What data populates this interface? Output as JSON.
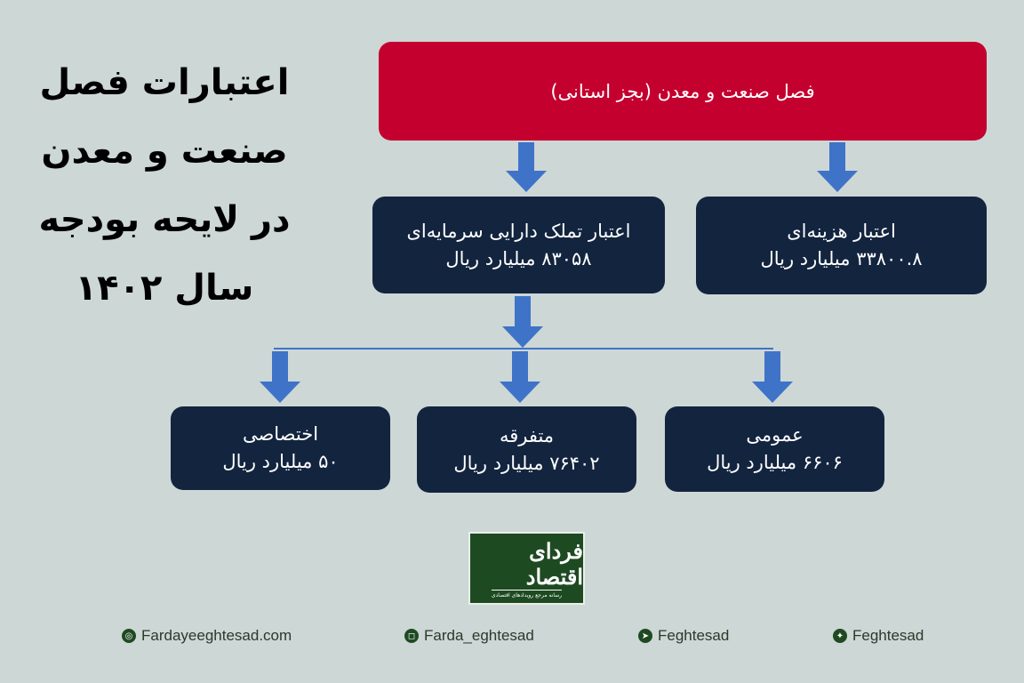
{
  "title": {
    "lines": [
      "اعتبارات فصل",
      "صنعت و معدن",
      "در لایحه بودجه",
      "سال ۱۴۰۲"
    ]
  },
  "header": {
    "label": "فصل صنعت و معدن (بجز استانی)"
  },
  "level2": [
    {
      "title": "اعتبار تملک دارایی سرمایه‌ای",
      "value": "۸۳۰۵۸ میلیارد ریال"
    },
    {
      "title": "اعتبار هزینه‌ای",
      "value": "۳۳۸۰۰.۸ میلیارد ریال"
    }
  ],
  "level3": [
    {
      "title": "اختصاصی",
      "value": "۵۰ میلیارد ریال"
    },
    {
      "title": "متفرقه",
      "value": "۷۶۴۰۲ میلیارد ریال"
    },
    {
      "title": "عمومی",
      "value": "۶۶۰۶ میلیارد ریال"
    }
  ],
  "logo": {
    "name": "فردای اقتصاد",
    "tagline": "رسانه مرجع رویدادهای اقتصادی"
  },
  "footer": [
    {
      "icon": "globe-icon",
      "text": "Fardayeeghtesad.com"
    },
    {
      "icon": "instagram-icon",
      "text": "Farda_eghtesad"
    },
    {
      "icon": "telegram-icon",
      "text": "Feghtesad"
    },
    {
      "icon": "twitter-icon",
      "text": "Feghtesad"
    }
  ],
  "colors": {
    "background": "#cdd7d6",
    "header": "#c4002f",
    "box": "#13243f",
    "arrow": "#3f73c8"
  }
}
